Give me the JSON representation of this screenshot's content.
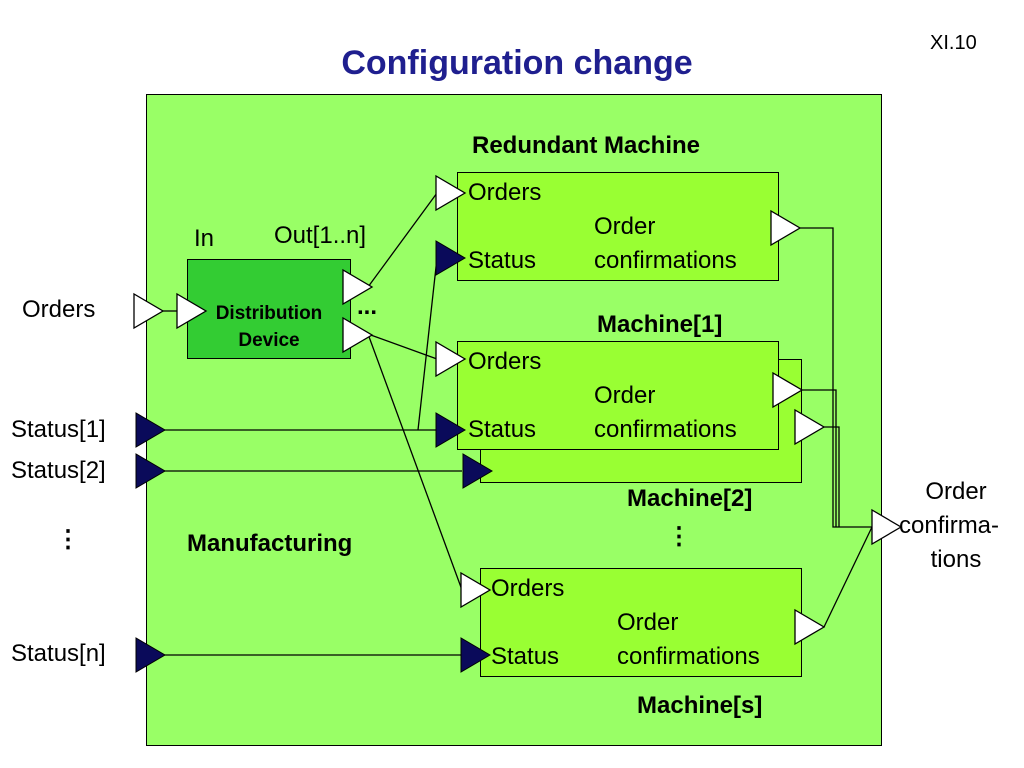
{
  "slide_number": "XI.10",
  "title": "Configuration change",
  "manufacturing": {
    "label": "Manufacturing"
  },
  "distribution": {
    "label": "Distribution Device",
    "in_label": "In",
    "out_label": "Out[1..n]",
    "ellipsis": "..."
  },
  "inputs": {
    "orders": "Orders",
    "status_1": "Status[1]",
    "status_2": "Status[2]",
    "vdots": "⋮",
    "status_n": "Status[n]"
  },
  "output": {
    "label_line1": "Order",
    "label_line2": "confirma-",
    "label_line3": "tions"
  },
  "machine_ports": {
    "orders": "Orders",
    "status": "Status",
    "confirm_line1": "Order",
    "confirm_line2": "confirmations"
  },
  "machines": {
    "redundant": "Redundant Machine",
    "m1": "Machine[1]",
    "m2": "Machine[2]",
    "vdots": "⋮",
    "ms": "Machine[s]"
  },
  "colors": {
    "title": "#1f1f8f",
    "manufacturing_bg": "#99ff66",
    "machine_bg": "#99ff33",
    "distribution_bg": "#33cc33",
    "status_port": "#0a0a5a",
    "orders_port": "#ffffff"
  }
}
